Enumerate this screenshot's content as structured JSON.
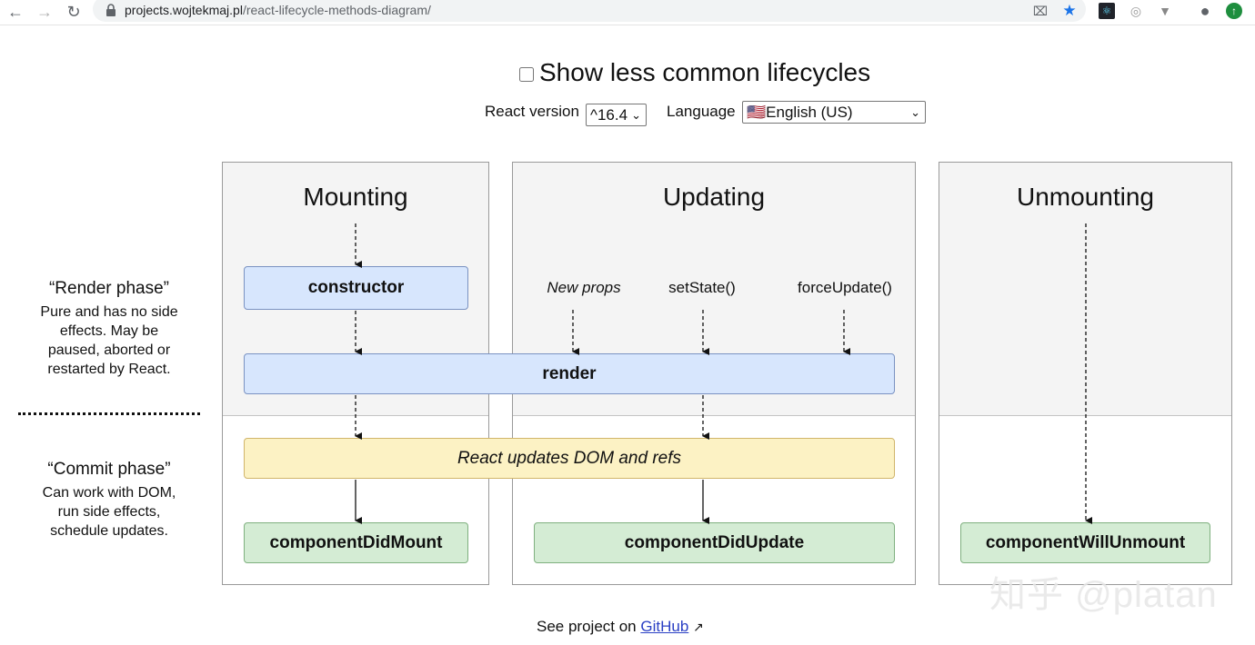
{
  "browser": {
    "url_host": "projects.wojtekmaj.pl",
    "url_path": "/react-lifecycle-methods-diagram/",
    "icons": [
      "back-icon",
      "forward-icon",
      "reload-icon",
      "lock-icon",
      "translate-icon",
      "star-icon",
      "react-devtools-icon",
      "extension-icon",
      "vue-devtools-icon",
      "profile-icon",
      "update-icon"
    ]
  },
  "controls": {
    "show_less_common_label": "Show less common lifecycles",
    "react_version_label": "React version",
    "react_version_value": "^16.4",
    "language_label": "Language",
    "language_value": "🇺🇸English (US)"
  },
  "phases": {
    "render_title": "“Render phase”",
    "render_desc": [
      "Pure and has no side",
      "effects. May be",
      "paused, aborted or",
      "restarted by React."
    ],
    "commit_title": "“Commit phase”",
    "commit_desc": [
      "Can work with DOM,",
      "run side effects,",
      "schedule updates."
    ]
  },
  "columns": {
    "mounting": "Mounting",
    "updating": "Updating",
    "unmounting": "Unmounting"
  },
  "triggers": {
    "new_props": "New props",
    "set_state": "setState()",
    "force_update": "forceUpdate()"
  },
  "methods": {
    "constructor": "constructor",
    "render": "render",
    "dom_update": "React updates DOM and refs",
    "did_mount": "componentDidMount",
    "did_update": "componentDidUpdate",
    "will_unmount": "componentWillUnmount"
  },
  "footer": {
    "text": "See project on",
    "link": "GitHub"
  },
  "watermark": "知乎 @platan",
  "colors": {
    "blue_box": "#d7e6fd",
    "yellow_box": "#fcf2c4",
    "green_box": "#d4ecd4",
    "link": "#2a3fc4"
  }
}
